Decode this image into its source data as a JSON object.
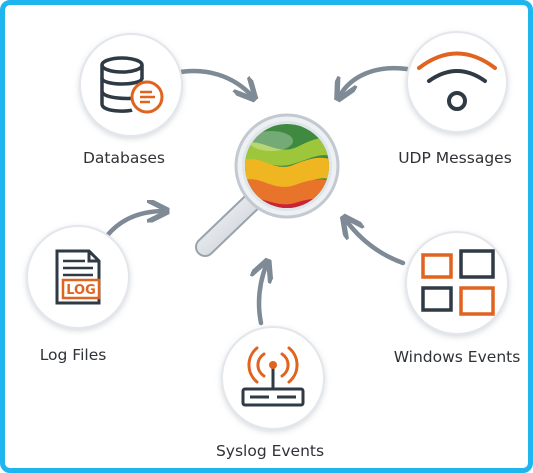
{
  "frame": {
    "border_color": "#1fb6ef"
  },
  "colors": {
    "icon_dark": "#2f3a45",
    "icon_orange": "#e0631f",
    "circle_fill": "#ffffff",
    "circle_border": "#e3e6ea",
    "arrow": "#7e8a96"
  },
  "center": {
    "icon": "magnifier-icon"
  },
  "sources": [
    {
      "id": "databases",
      "label": "Databases",
      "icon": "database-icon"
    },
    {
      "id": "udp",
      "label": "UDP Messages",
      "icon": "wifi-icon"
    },
    {
      "id": "logfiles",
      "label": "Log Files",
      "icon": "log-file-icon",
      "icon_text": "LOG"
    },
    {
      "id": "windows",
      "label": "Windows Events",
      "icon": "windows-icon"
    },
    {
      "id": "syslog",
      "label": "Syslog Events",
      "icon": "router-icon"
    }
  ]
}
